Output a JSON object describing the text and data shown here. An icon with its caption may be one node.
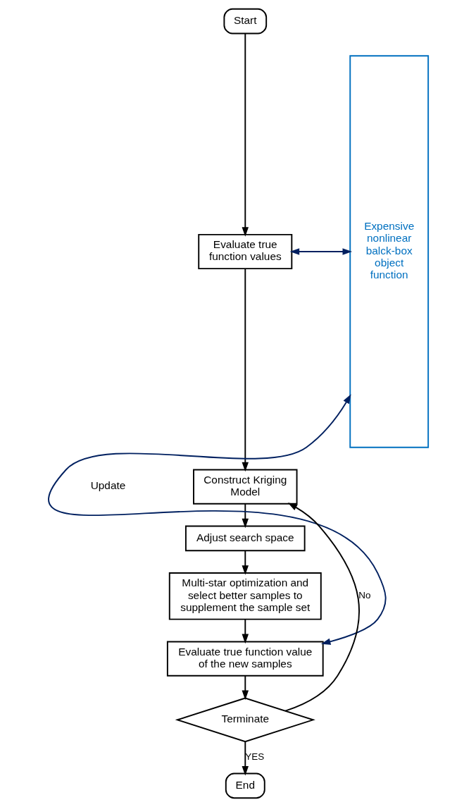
{
  "diagram": {
    "nodes": [
      {
        "text": [
          "Start"
        ]
      },
      {
        "text": [
          "Evaluate true function values"
        ]
      },
      {
        "text": [
          "Construct Kriging Model"
        ]
      },
      {
        "text": [
          "Adjust search space"
        ]
      },
      {
        "text": [
          "Multi-star optimization and select better samples to supplement the sample set"
        ]
      },
      {
        "text": [
          "Evaluate true function value of the new samples"
        ]
      },
      {
        "text": [
          "Terminate"
        ]
      },
      {
        "text": [
          "End"
        ]
      },
      {
        "text": [
          "Expensive nonlinear balck-box object function"
        ]
      }
    ],
    "edges": [
      {
        "from": 0,
        "to": 1,
        "arrow": "to"
      },
      {
        "from": 1,
        "to": 2,
        "arrow": "to"
      },
      {
        "from": 2,
        "to": 3,
        "arrow": "to"
      },
      {
        "from": 3,
        "to": 4,
        "arrow": "to"
      },
      {
        "from": 4,
        "to": 5,
        "arrow": "to"
      },
      {
        "from": 5,
        "to": 6,
        "arrow": "to"
      },
      {
        "from": 6,
        "to": 7,
        "arrow": "to",
        "label": "YES"
      },
      {
        "from": 6,
        "to": 2,
        "arrow": "to",
        "label": "No"
      },
      {
        "from": 1,
        "to": 8,
        "arrow": "both",
        "color": "#002060"
      },
      {
        "from": 5,
        "to": 8,
        "arrow": "both",
        "color": "#002060"
      }
    ],
    "labels": [
      "Update"
    ]
  }
}
